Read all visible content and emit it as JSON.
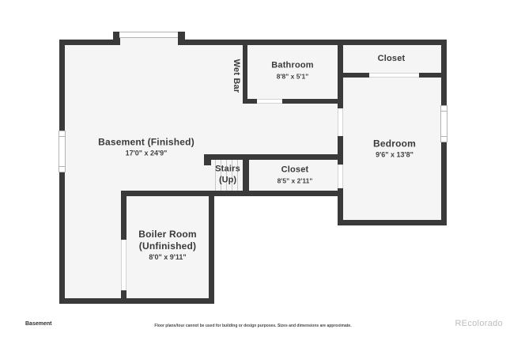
{
  "colors": {
    "background": "#ffffff",
    "wall": "#3a3a3a",
    "floor": "#f5f5f5",
    "window_line": "#b3b3b3",
    "door_gap_line": "#d4d4d4",
    "stair_tread_line": "#c9c9c9",
    "label_text": "#3a3a3a",
    "watermark_text": "#bcbcbc"
  },
  "rooms": {
    "basement": {
      "name": "Basement (Finished)",
      "dims": "17'0\" x 24'9\""
    },
    "wet_bar": {
      "name": "Wet Bar"
    },
    "bathroom": {
      "name": "Bathroom",
      "dims": "8'8\" x 5'1\""
    },
    "closet_top": {
      "name": "Closet"
    },
    "bedroom": {
      "name": "Bedroom",
      "dims": "9'6\" x 13'8\""
    },
    "stairs": {
      "name": "Stairs",
      "dims": "(Up)"
    },
    "closet_mid": {
      "name": "Closet",
      "dims": "8'5\" x 2'11\""
    },
    "boiler": {
      "name": "Boiler Room",
      "status": "(Unfinished)",
      "dims": "8'0\" x 9'11\""
    }
  },
  "footer": {
    "floor_label": "Basement",
    "disclaimer": "Floor plans/tour cannot be used for building or design purposes. Sizes and dimensions are approximate.",
    "watermark": "REcolorado"
  }
}
